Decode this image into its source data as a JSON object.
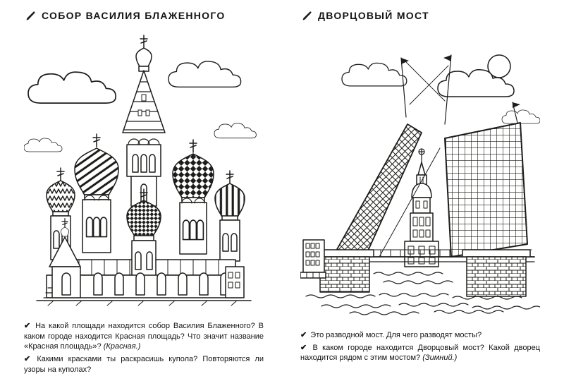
{
  "paper_color": "#ffffff",
  "ink_color": "#1d1d1b",
  "icons": {
    "header": "pen-icon",
    "bullet_glyph": "✔"
  },
  "left_page": {
    "title": "СОБОР ВАСИЛИЯ БЛАЖЕННОГО",
    "illustration_alt": "Раскраска: собор Василия Блаженного с облаками",
    "questions": [
      {
        "text": "На какой площади находится собор Василия Блаженного? В каком городе находится Красная площадь? Что значит название «Красная площадь»?",
        "answer": "(Красная.)"
      },
      {
        "text": "Какими красками ты раскрасишь купола? Повторяются ли узоры на куполах?",
        "answer": ""
      }
    ]
  },
  "right_page": {
    "title": "ДВОРЦОВЫЙ МОСТ",
    "illustration_alt": "Раскраска: разведённый Дворцовый мост, Кунсткамера, облака и солнце",
    "questions": [
      {
        "text": "Это разводной мост. Для чего разводят мосты?",
        "answer": ""
      },
      {
        "text": "В каком городе находится Дворцовый мост? Какой дворец находится рядом с этим мостом?",
        "answer": "(Зимний.)"
      }
    ]
  }
}
